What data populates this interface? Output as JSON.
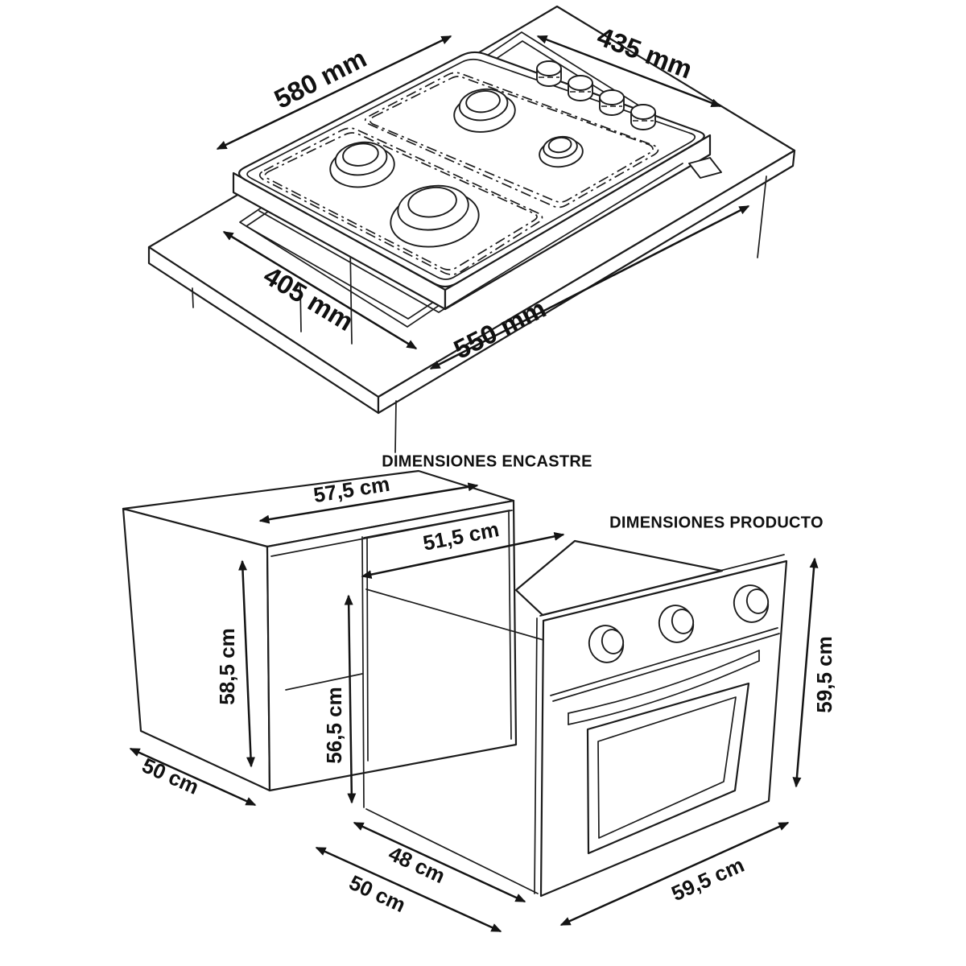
{
  "page": {
    "background": "#ffffff",
    "line_color": "#1c1c1c"
  },
  "cooktop_drawing": {
    "top_width": "580 mm",
    "top_depth": "435 mm",
    "cutout_width": "405 mm",
    "cutout_depth": "550 mm"
  },
  "encastre_drawing": {
    "title": "DIMENSIONES ENCASTRE",
    "top_width": "57,5 cm",
    "inner_width": "51,5 cm",
    "outer_height": "58,5 cm",
    "inner_height": "56,5 cm",
    "depth": "50 cm"
  },
  "producto_drawing": {
    "title": "DIMENSIONES PRODUCTO",
    "height": "59,5 cm",
    "body_depth": "48 cm",
    "total_depth": "50 cm",
    "width": "59,5 cm"
  }
}
